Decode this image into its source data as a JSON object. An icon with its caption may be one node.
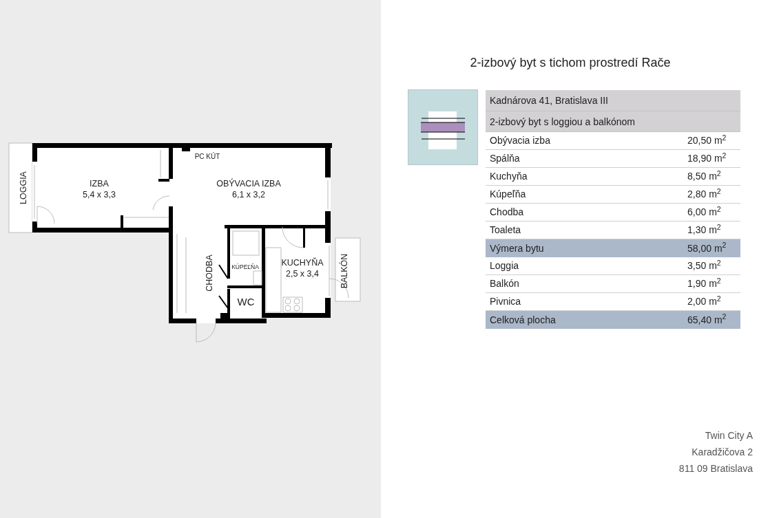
{
  "diagram": {
    "title": "2-izbový byt s tichom prostredí Rače",
    "labels": [
      "LOGGIA",
      "IZBA",
      "5,4 x 3,3",
      "PC KÚT",
      "OBÝVACIA IZBA",
      "6,1 x 3,2",
      "CHODBA",
      "KÚPEĽŇA",
      "KUCHYŇA",
      "2,5 x 3,4",
      "BALKÓN",
      "WC",
      "Kadnárova 41, Bratislava III",
      "2-izbový byt s loggiou a balkónom",
      "Obývacia izba",
      "20,50 m$^{2}$",
      "Spálňa",
      "18,90 m$^{2}$",
      "Kuchyňa",
      "8,50 m$^{2}$",
      "Kúpeľňa",
      "2,80 m$^{2}$",
      "Chodba",
      "6,00 m$^{2}$",
      "Toaleta",
      "1,30 m$^{2}$",
      "Výmera bytu",
      "58,00 m$^{2}$",
      "Loggia",
      "3,50 m$^{2}$",
      "Balkón",
      "1,90 m$^{2}$",
      "Pivnica",
      "2,00 m$^{2}$",
      "Celková plocha",
      "65,40 m$^{2}$",
      "Twin City A",
      "Karadžičova 2",
      "811 09 Bratislava"
    ]
  }
}
